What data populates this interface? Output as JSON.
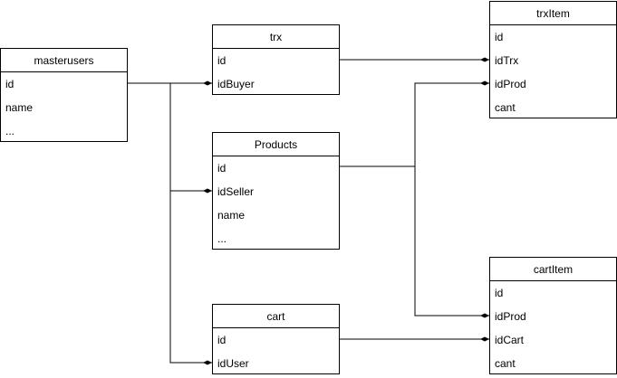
{
  "entities": {
    "masterusers": {
      "title": "masterusers",
      "fields": [
        "id",
        "name",
        "..."
      ]
    },
    "trx": {
      "title": "trx",
      "fields": [
        "id",
        "idBuyer"
      ]
    },
    "products": {
      "title": "Products",
      "fields": [
        "id",
        "idSeller",
        "name",
        "..."
      ]
    },
    "cart": {
      "title": "cart",
      "fields": [
        "id",
        "idUser"
      ]
    },
    "trxitem": {
      "title": "trxItem",
      "fields": [
        "id",
        "idTrx",
        "idProd",
        "cant"
      ]
    },
    "cartitem": {
      "title": "cartItem",
      "fields": [
        "id",
        "idProd",
        "idCart",
        "cant"
      ]
    }
  },
  "relationships": [
    {
      "from": "masterusers.id",
      "to": "trx.idBuyer"
    },
    {
      "from": "masterusers.id",
      "to": "Products.idSeller"
    },
    {
      "from": "masterusers.id",
      "to": "cart.idUser"
    },
    {
      "from": "trx.id",
      "to": "trxItem.idTrx"
    },
    {
      "from": "Products.id",
      "to": "trxItem.idProd"
    },
    {
      "from": "Products.id",
      "to": "cartItem.idProd"
    },
    {
      "from": "cart.id",
      "to": "cartItem.idCart"
    }
  ]
}
